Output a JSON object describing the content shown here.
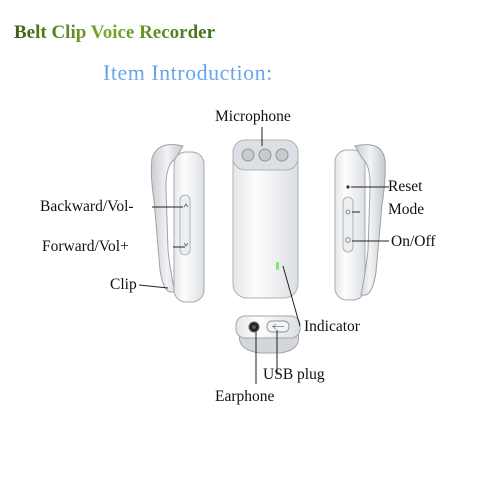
{
  "header": {
    "title": "Belt Clip Voice Recorder",
    "subtitle": "Item Introduction:"
  },
  "labels": {
    "microphone": "Microphone",
    "reset": "Reset",
    "mode": "Mode",
    "on_off": "On/Off",
    "backward": "Backward/Vol-",
    "forward": "Forward/Vol+",
    "clip": "Clip",
    "indicator": "Indicator",
    "usb_plug": "USB plug",
    "earphone": "Earphone"
  },
  "colors": {
    "title_green": "#4f7d1f",
    "subtitle_blue": "#3a7fd0",
    "device_silver": "#d9dde2",
    "device_white": "#f6f7f8",
    "indicator_green": "#8fe06a"
  }
}
